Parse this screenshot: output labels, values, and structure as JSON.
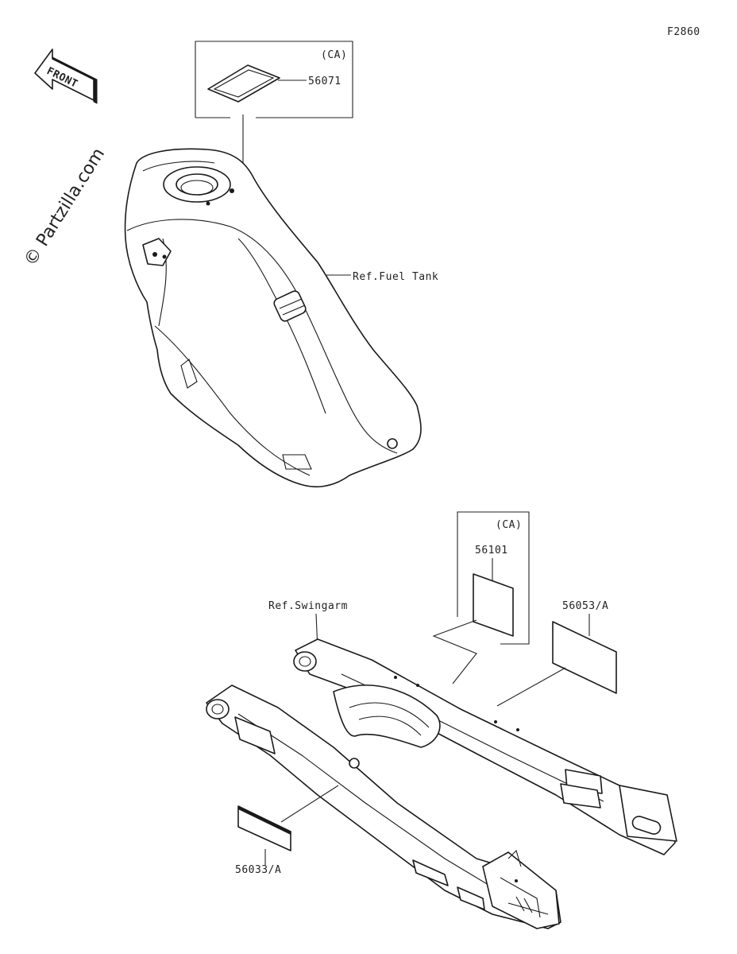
{
  "figure_code": "F2860",
  "watermark": "© Partzilla.com",
  "front_arrow": {
    "label": "FRONT"
  },
  "fuel_tank": {
    "ref_label": "Ref.Fuel Tank",
    "inset": {
      "region": "(CA)",
      "part_number": "56071"
    }
  },
  "swingarm": {
    "ref_label": "Ref.Swingarm",
    "inset": {
      "region": "(CA)",
      "part_number": "56101"
    },
    "labels": {
      "right_label": "56053/A",
      "left_label": "56033/A"
    }
  }
}
